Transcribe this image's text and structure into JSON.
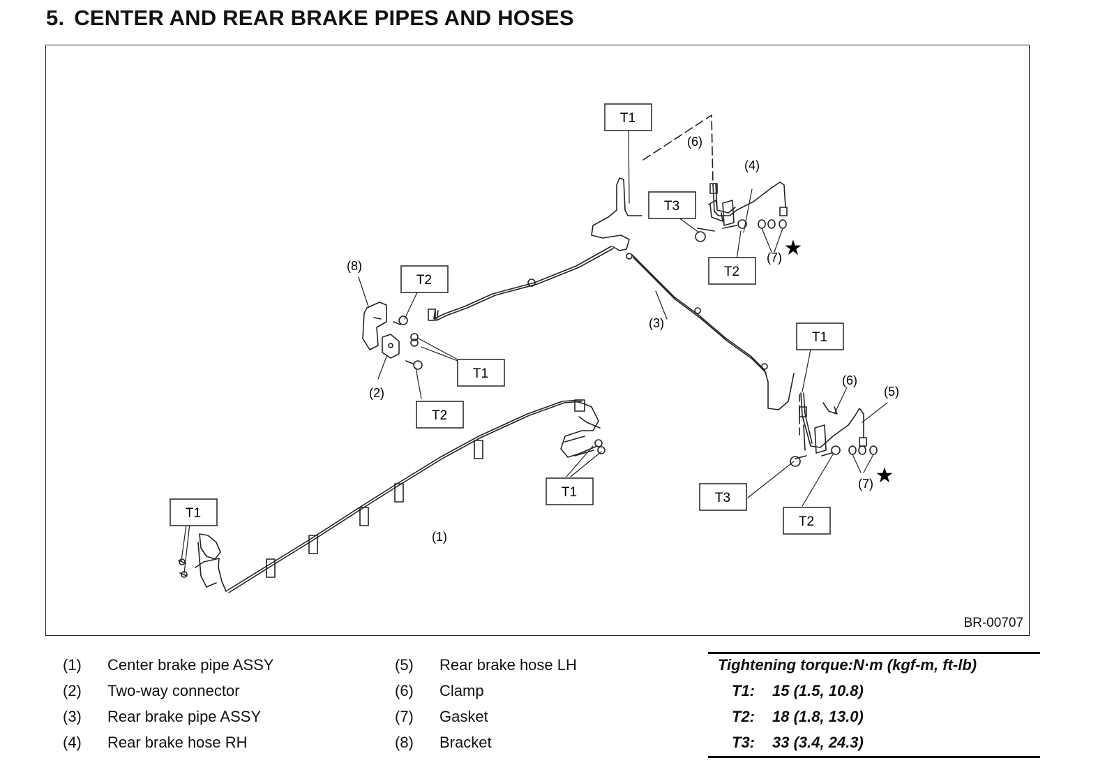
{
  "title": {
    "number": "5.",
    "text": "CENTER AND REAR BRAKE PIPES AND HOSES"
  },
  "figure": {
    "id": "BR-00707",
    "torque_tags": [
      "T1",
      "T1",
      "T1",
      "T1",
      "T1",
      "T2",
      "T2",
      "T2",
      "T2",
      "T3",
      "T3"
    ],
    "callouts": [
      "(1)",
      "(2)",
      "(3)",
      "(4)",
      "(5)",
      "(6)",
      "(6)",
      "(7)",
      "(7)",
      "(8)"
    ],
    "star_symbol": "★"
  },
  "legend": {
    "left": [
      {
        "num": "(1)",
        "label": "Center brake pipe ASSY"
      },
      {
        "num": "(2)",
        "label": "Two-way connector"
      },
      {
        "num": "(3)",
        "label": "Rear brake pipe ASSY"
      },
      {
        "num": "(4)",
        "label": "Rear brake hose RH"
      }
    ],
    "right": [
      {
        "num": "(5)",
        "label": "Rear brake hose LH"
      },
      {
        "num": "(6)",
        "label": "Clamp"
      },
      {
        "num": "(7)",
        "label": "Gasket"
      },
      {
        "num": "(8)",
        "label": "Bracket"
      }
    ]
  },
  "torque_table": {
    "heading": "Tightening torque:N·m (kgf-m, ft-lb)",
    "rows": [
      {
        "key": "T1:",
        "value": "15 (1.5, 10.8)"
      },
      {
        "key": "T2:",
        "value": "18 (1.8, 13.0)"
      },
      {
        "key": "T3:",
        "value": "33 (3.4, 24.3)"
      }
    ]
  }
}
